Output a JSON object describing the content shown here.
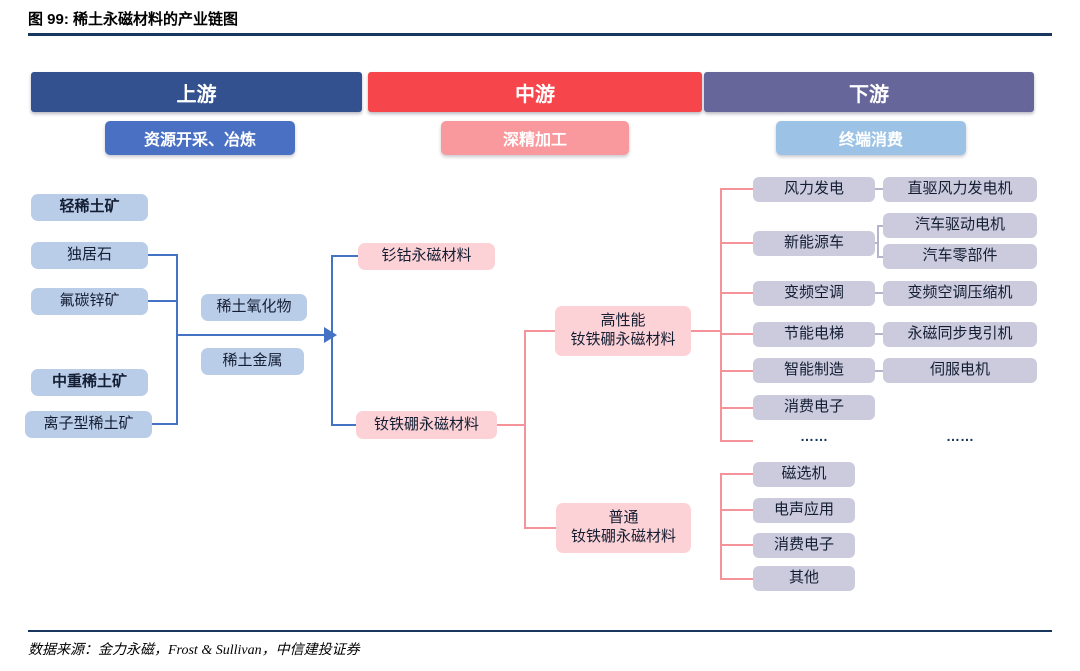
{
  "title": "图 99: 稀土永磁材料的产业链图",
  "footer": {
    "source": "数据来源：金力永磁，Frost & Sullivan，中信建投证券"
  },
  "colors": {
    "accent_navy": "#17375e",
    "upstream_bar": "#33518f",
    "midstream_bar": "#f6464b",
    "downstream_bar": "#66669a",
    "upstream_sub": "#4a70c4",
    "midstream_sub": "#f9999e",
    "downstream_sub": "#9cc3e5",
    "blue_box": "#b9cce8",
    "pink_box": "#fcd2d6",
    "lavender_box": "#cbcbdd",
    "blue_line": "#4472c4",
    "pink_line": "#f49399",
    "lavender_line": "#b4b4cd"
  },
  "stages": {
    "upstream": {
      "label": "上游",
      "sublabel": "资源开采、冶炼"
    },
    "midstream": {
      "label": "中游",
      "sublabel": "深精加工"
    },
    "downstream": {
      "label": "下游",
      "sublabel": "终端消费"
    }
  },
  "upstream": {
    "light_ore_category": "轻稀土矿",
    "monazite": "独居石",
    "bastnaesite": "氟碳锌矿",
    "heavy_ore_category": "中重稀土矿",
    "ionic_ore": "离子型稀土矿",
    "oxide": "稀土氧化物",
    "metal": "稀土金属"
  },
  "midstream": {
    "smco": "钐钴永磁材料",
    "ndfeb": "钕铁硼永磁材料",
    "high_perf_line1": "高性能",
    "high_perf_line2": "钕铁硼永磁材料",
    "ordinary_line1": "普通",
    "ordinary_line2": "钕铁硼永磁材料"
  },
  "downstream": {
    "apps": {
      "wind": "风力发电",
      "nev": "新能源车",
      "ac": "变频空调",
      "elevator": "节能电梯",
      "manufacturing": "智能制造",
      "consumer": "消费电子",
      "more": "……"
    },
    "products": {
      "wind_gen": "直驱风力发电机",
      "ev_motor": "汽车驱动电机",
      "auto_parts": "汽车零部件",
      "ac_compressor": "变频空调压缩机",
      "traction": "永磁同步曳引机",
      "servo": "伺服电机",
      "more": "……"
    },
    "ordinary_apps": {
      "separator": "磁选机",
      "acoustic": "电声应用",
      "consumer": "消费电子",
      "other": "其他"
    }
  }
}
